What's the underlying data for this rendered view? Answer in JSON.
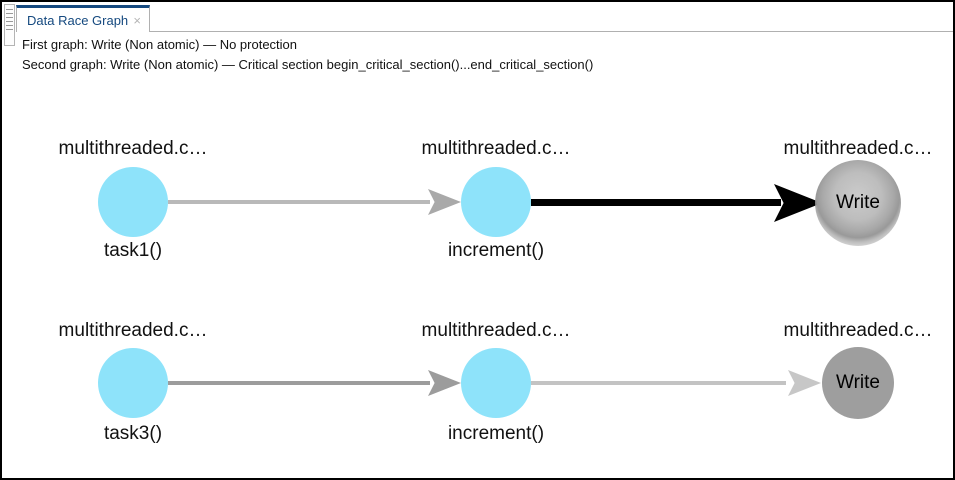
{
  "tab": {
    "title": "Data Race Graph",
    "close_label": "×"
  },
  "header": {
    "line1": "First graph: Write (Non atomic) — No protection",
    "line2": "Second graph: Write (Non atomic) — Critical section begin_critical_section()...end_critical_section()"
  },
  "colors": {
    "accent_navy": "#15497F",
    "node_blue": "#8EE3FA",
    "node_gray": "#9E9E9E",
    "edge_light_gray": "#b9b9b9",
    "edge_light_gray_arrow": "#a9a9a9",
    "edge_medium_gray": "#9c9c9c",
    "edge_pale_gray": "#c3c3c3",
    "edge_pale_gray_arrow": "#c7c7c7",
    "edge_black": "#000000"
  },
  "graphs": [
    {
      "caption": "First graph: Write (Non atomic) — No protection",
      "nodes": [
        {
          "file": "multithreaded.c…",
          "func": "task1()"
        },
        {
          "file": "multithreaded.c…",
          "func": "increment()"
        },
        {
          "file": "multithreaded.c…",
          "label": "Write",
          "selected": true
        }
      ],
      "edges": [
        {
          "from": "task1()",
          "to": "increment()",
          "style": "gray"
        },
        {
          "from": "increment()",
          "to": "Write",
          "style": "black-highlighted"
        }
      ]
    },
    {
      "caption": "Second graph: Write (Non atomic) — Critical section begin_critical_section()...end_critical_section()",
      "nodes": [
        {
          "file": "multithreaded.c…",
          "func": "task3()"
        },
        {
          "file": "multithreaded.c…",
          "func": "increment()"
        },
        {
          "file": "multithreaded.c…",
          "label": "Write",
          "selected": false
        }
      ],
      "edges": [
        {
          "from": "task3()",
          "to": "increment()",
          "style": "gray"
        },
        {
          "from": "increment()",
          "to": "Write",
          "style": "pale-gray"
        }
      ]
    }
  ]
}
